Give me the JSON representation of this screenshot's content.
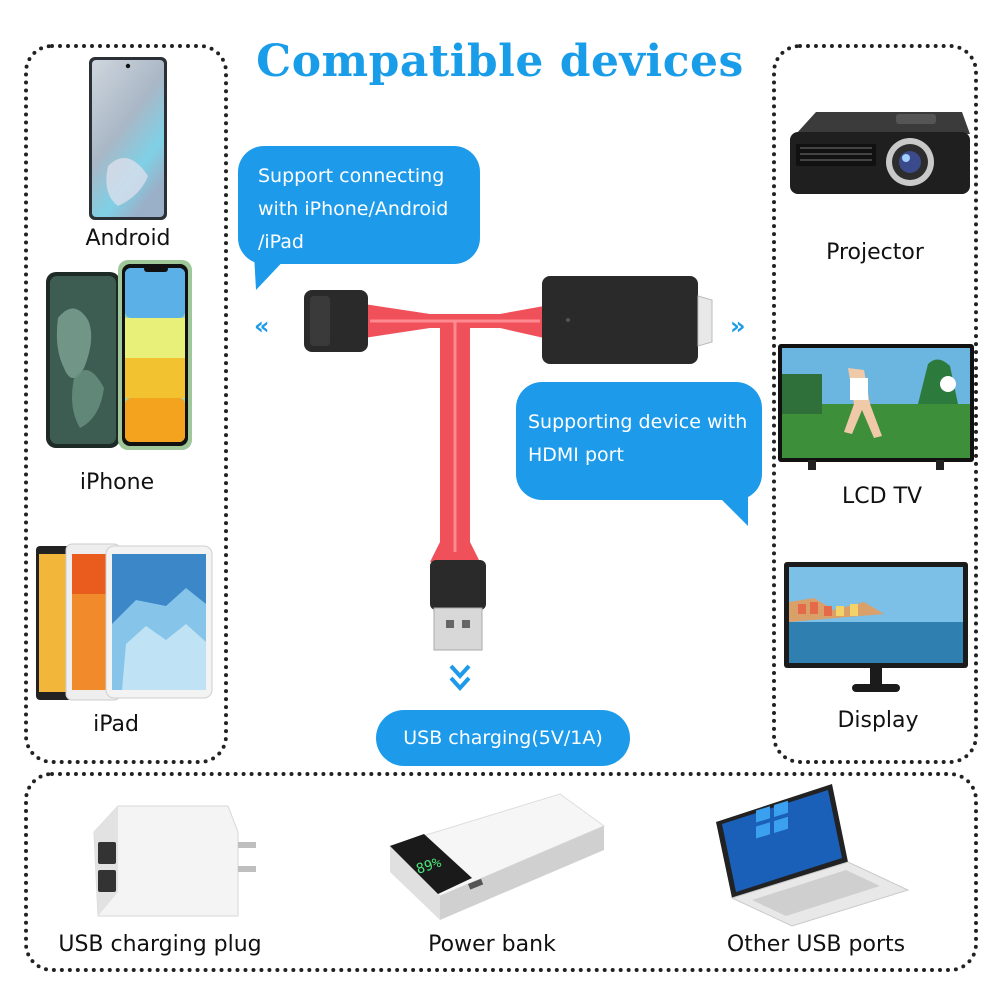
{
  "title": "Compatible devices",
  "left_devices": [
    {
      "label": "Android",
      "icon": "android-phone-icon"
    },
    {
      "label": "iPhone",
      "icon": "iphone-icon"
    },
    {
      "label": "iPad",
      "icon": "ipad-icon"
    }
  ],
  "right_devices": [
    {
      "label": "Projector",
      "icon": "projector-icon"
    },
    {
      "label": "LCD TV",
      "icon": "lcd-tv-icon"
    },
    {
      "label": "Display",
      "icon": "display-monitor-icon"
    }
  ],
  "bottom_devices": [
    {
      "label": "USB charging plug",
      "icon": "usb-charger-icon"
    },
    {
      "label": "Power bank",
      "icon": "power-bank-icon"
    },
    {
      "label": "Other USB ports",
      "icon": "laptop-icon"
    }
  ],
  "bubble_left": {
    "line1": "Support connecting",
    "line2": "with iPhone/Android",
    "line3": "/iPad"
  },
  "bubble_right": {
    "line1": "Supporting device with",
    "line2": "HDMI port"
  },
  "usb_pill": "USB charging(5V/1A)",
  "power_bank_display": "89%",
  "colors": {
    "accent": "#1d9bea",
    "cable": "#f0505a",
    "connector": "#2a2a2a"
  }
}
